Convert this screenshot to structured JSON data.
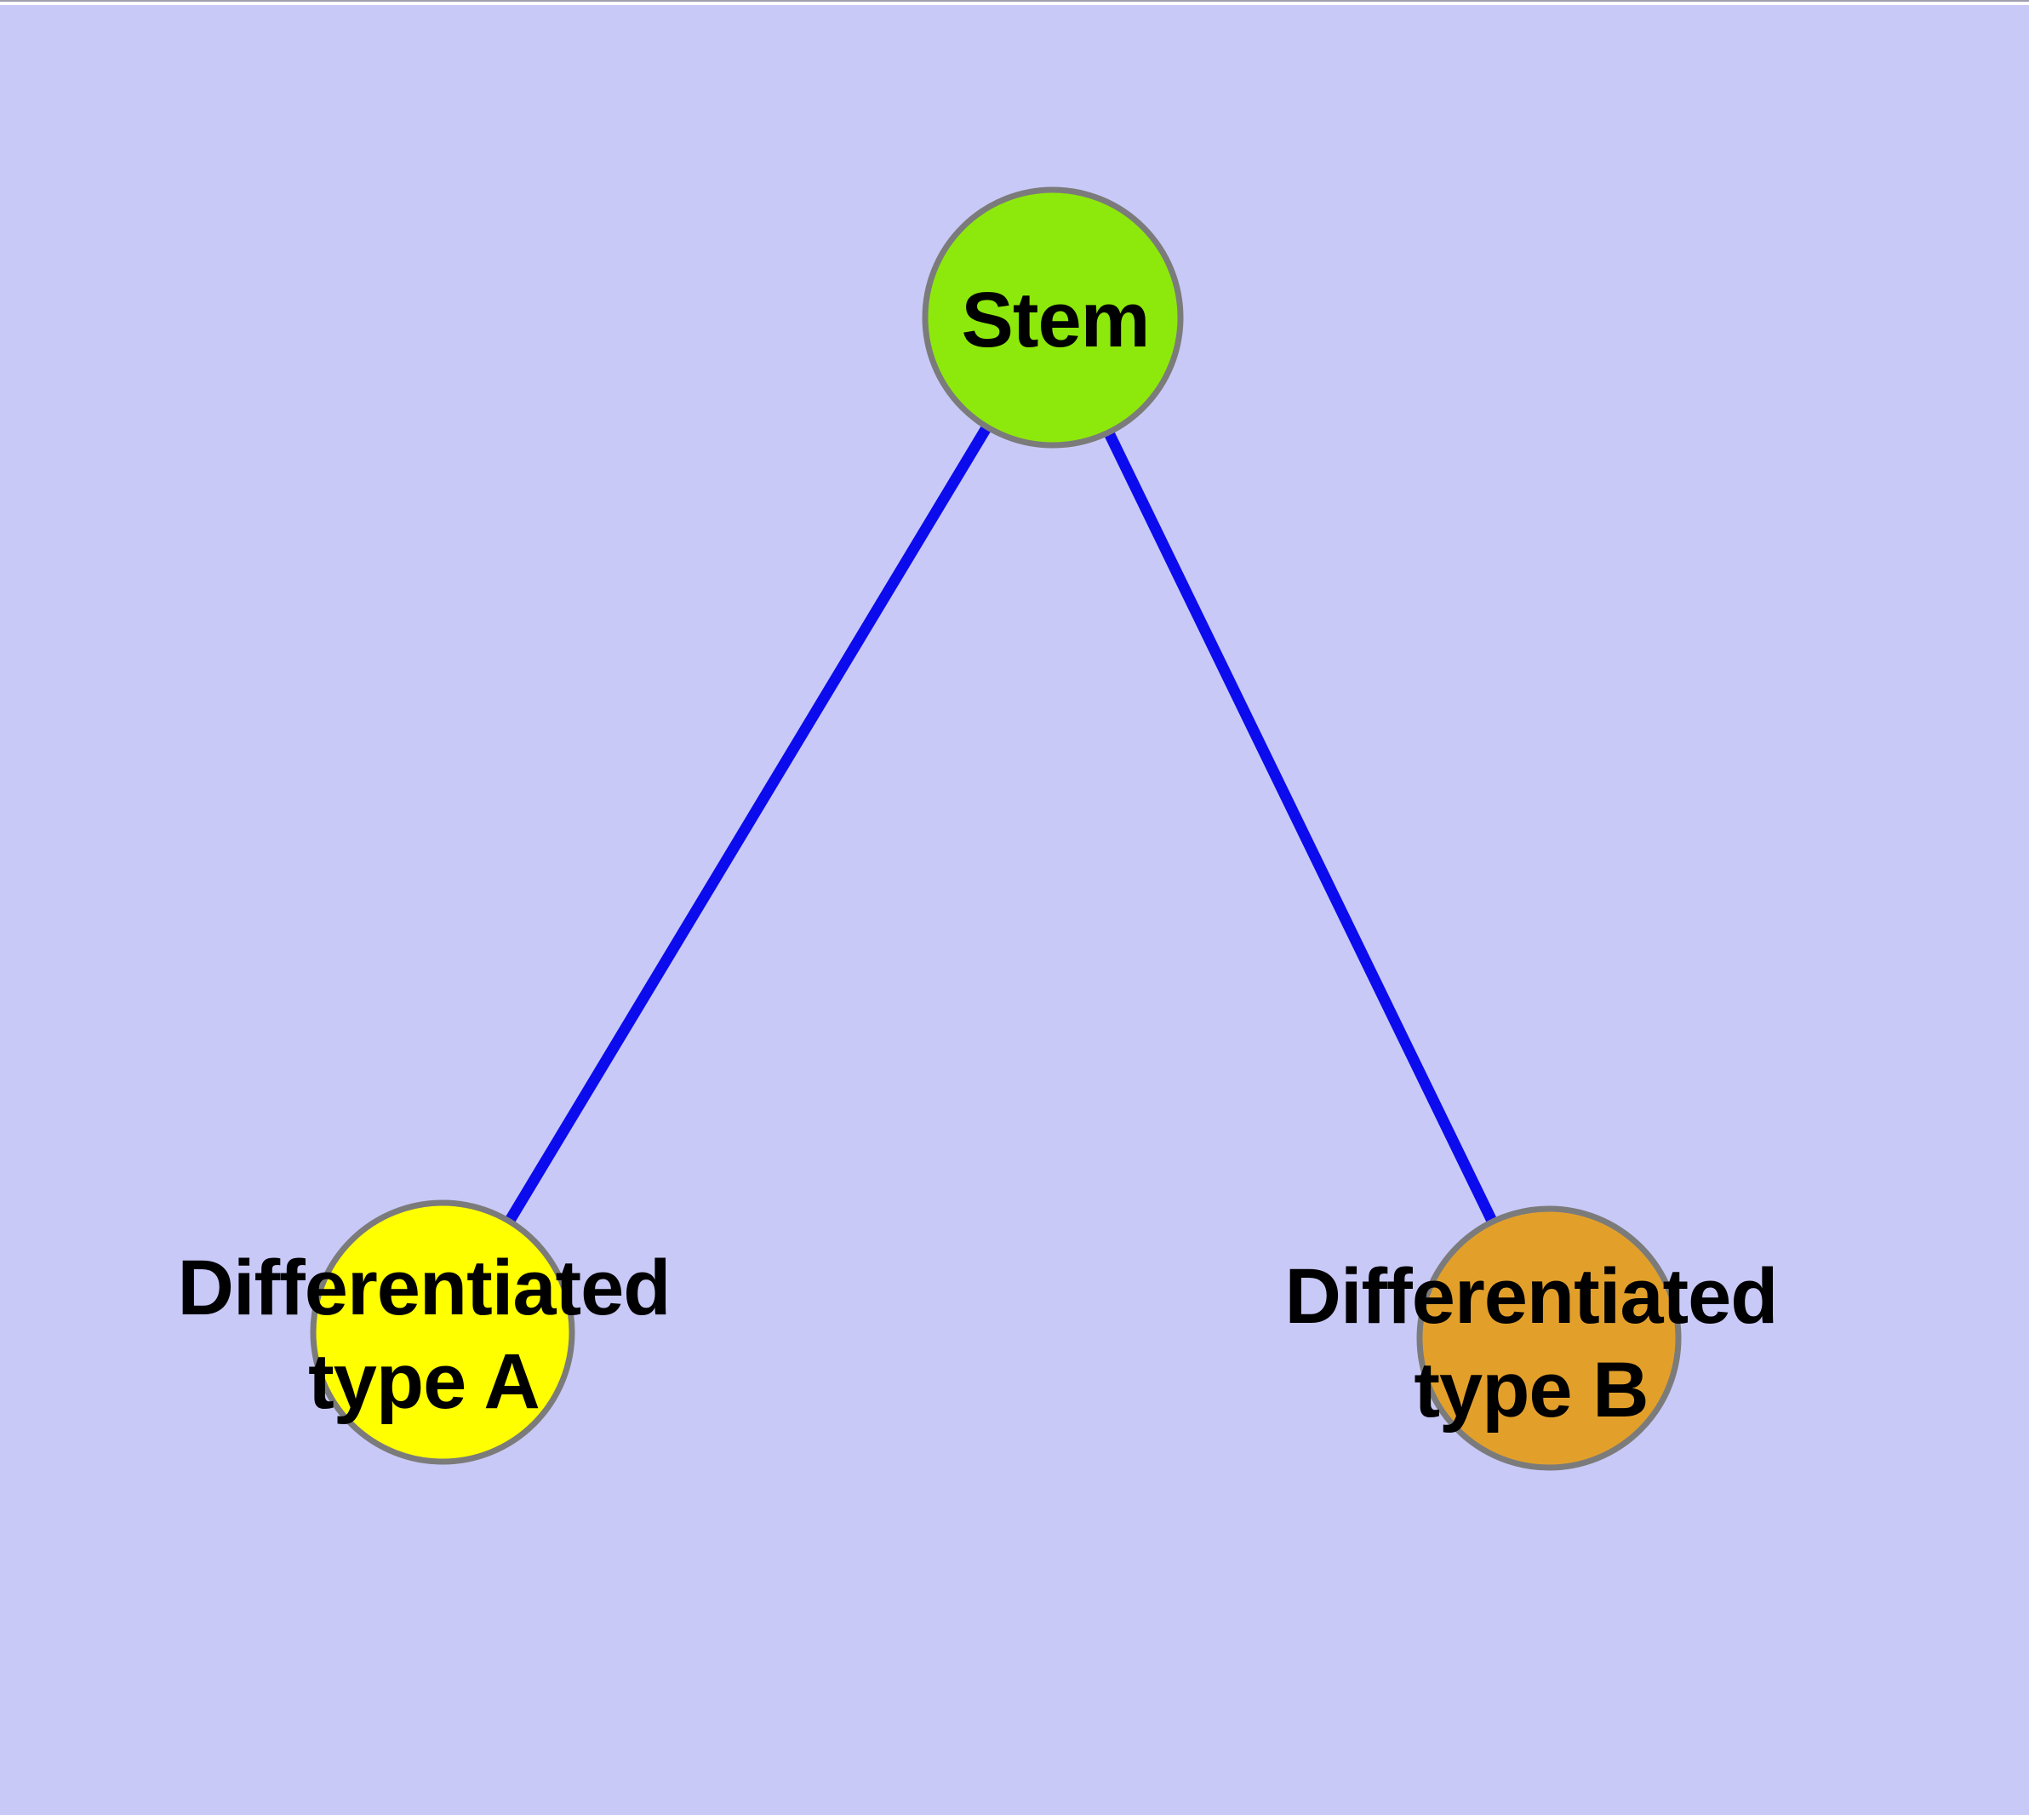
{
  "diagram": {
    "background_color": "#C9C9F7",
    "frame_line_color": "#9E9EAE",
    "edge_color": "#0B0BEE",
    "node_border_color": "#7B7B7B",
    "nodes": [
      {
        "id": "stem",
        "label": "Stem",
        "fill": "#8DE90B"
      },
      {
        "id": "differentiated-type-a",
        "label": "Differentiated\ntype A",
        "fill": "#FFFF00"
      },
      {
        "id": "differentiated-type-b",
        "label": "Differentiated\ntype B",
        "fill": "#E2A02B"
      }
    ],
    "edges": [
      {
        "source": "Stem",
        "target": "Differentiated type A"
      },
      {
        "source": "Stem",
        "target": "Differentiated type B"
      }
    ]
  }
}
